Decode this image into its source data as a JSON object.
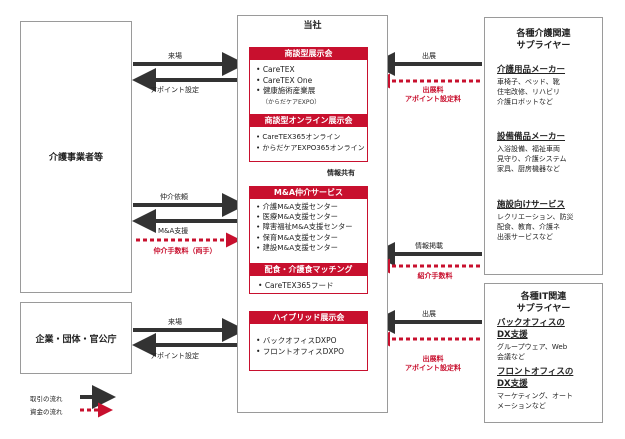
{
  "center": {
    "title": "当社",
    "expo": {
      "header": "商談型展示会",
      "items": [
        "CareTEX",
        "CareTEX One",
        "健康施術産業展"
      ],
      "subnote": "（からだケアEXPO）"
    },
    "online": {
      "header": "商談型オンライン展示会",
      "items": [
        "CareTEX365オンライン",
        "からだケアEXPO365オンライン"
      ]
    },
    "info_share": "情報共有",
    "ma": {
      "header": "M&A仲介サービス",
      "items": [
        "介護M&A支援センター",
        "医療M&A支援センター",
        "障害福祉M&A支援センター",
        "保育M&A支援センター",
        "建設M&A支援センター"
      ]
    },
    "matching": {
      "header": "配食・介護食マッチング",
      "items": [
        "CareTEX365フード"
      ]
    },
    "hybrid": {
      "header": "ハイブリッド展示会",
      "items": [
        "バックオフィスDXPO",
        "フロントオフィスDXPO"
      ]
    }
  },
  "left": {
    "care_operators": "介護事業者等",
    "corporate": "企業・団体・官公庁"
  },
  "right_top": {
    "title_line1": "各種介護関連",
    "title_line2": "サプライヤー",
    "categories": [
      {
        "title": "介護用品メーカー",
        "desc": [
          "車椅子、ベッド、靴",
          "住宅改修、リハビリ",
          "介護ロボットなど"
        ]
      },
      {
        "title": "設備備品メーカー",
        "desc": [
          "入浴設備、福祉車両",
          "見守り、介護システム",
          "家具、厨房機器など"
        ]
      },
      {
        "title": "施設向けサービス",
        "desc": [
          "レクリエーション、防災",
          "配食、教育、介護ネ",
          "出張サービスなど"
        ]
      }
    ]
  },
  "right_bottom": {
    "title_line1": "各種IT関連",
    "title_line2": "サプライヤー",
    "categories": [
      {
        "title_line1": "バックオフィスの",
        "title_line2": "DX支援",
        "desc": [
          "グループウェア、Web",
          "会議など"
        ]
      },
      {
        "title_line1": "フロントオフィスの",
        "title_line2": "DX支援",
        "desc": [
          "マーケティング、オート",
          "メーションなど"
        ]
      }
    ]
  },
  "flows": {
    "visit": "来場",
    "appointment": "アポイント設定",
    "exhibit": "出展",
    "exhibit_fee_line1": "出展料",
    "exhibit_fee_line2": "アポイント設定料",
    "brokerage_request": "仲介依頼",
    "ma_support": "M&A支援",
    "brokerage_fee": "仲介手数料（両手）",
    "info_listing": "情報掲載",
    "referral_fee": "紹介手数料",
    "visit2": "来場",
    "appointment2": "アポイント設定",
    "exhibit2": "出展",
    "exhibit_fee2_line1": "出展料",
    "exhibit_fee2_line2": "アポイント設定料"
  },
  "legend": {
    "transaction_flow": "取引の流れ",
    "money_flow": "資金の流れ"
  },
  "colors": {
    "accent": "#c8102e",
    "arrow": "#333333"
  }
}
